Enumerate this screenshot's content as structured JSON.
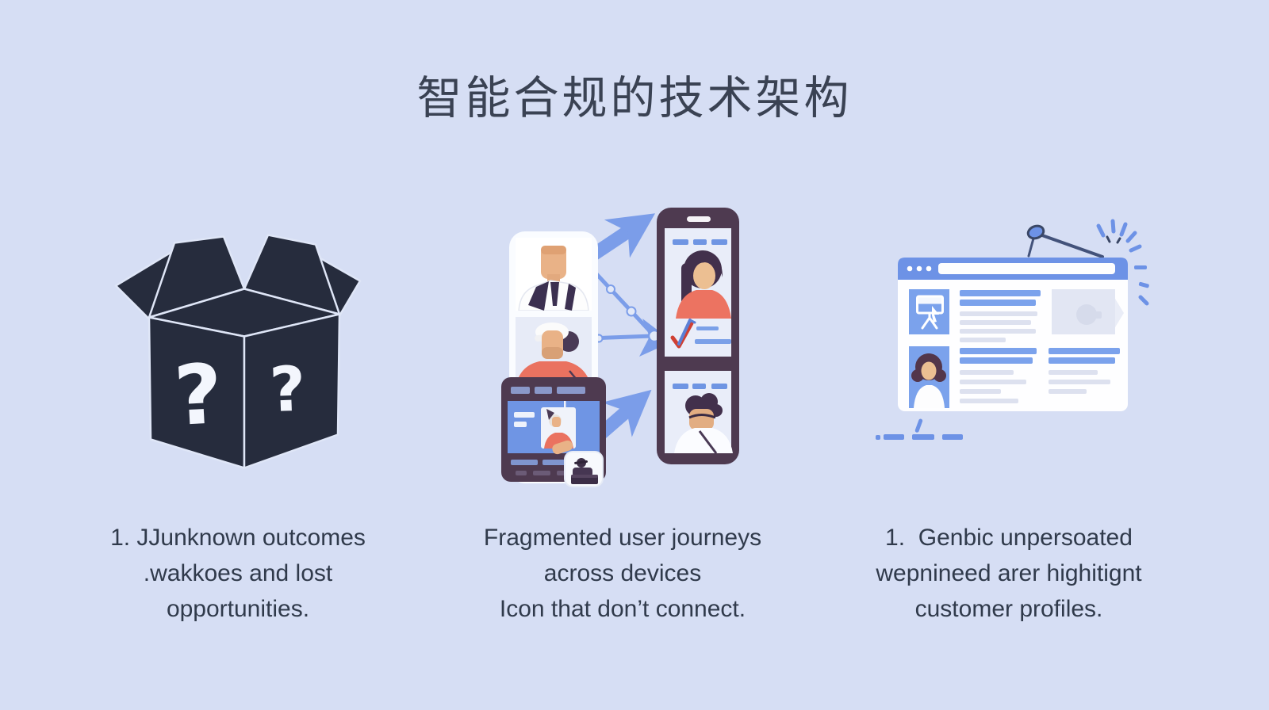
{
  "title": {
    "text": "智能合规的技术架构"
  },
  "sections": [
    {
      "id": "mystery-box",
      "illustration": "open-box-with-question-marks-icon",
      "caption_lines": [
        "1. JJunknown outcomes",
        ".wakkoes and lost",
        "opportunities."
      ]
    },
    {
      "id": "fragmented-journeys",
      "illustration": "phones-with-arrows-icon",
      "caption_lines": [
        "Fragmented user journeys",
        "across devices",
        "Icon that don’t connect."
      ]
    },
    {
      "id": "generic-profiles",
      "illustration": "browser-profile-cards-icon",
      "caption_lines": [
        "1.  Genbic unpersoated",
        "wepnineed arer highitignt",
        "customer profiles."
      ]
    }
  ],
  "colors": {
    "background": "#d6def4",
    "title_text": "#3a4253",
    "caption_text": "#303a4b",
    "box_navy": "#262c3d",
    "arrow_blue": "#7b9de9",
    "phone_purple": "#4e3a50",
    "shirt_salmon": "#ea7260",
    "skin_tan": "#e9b287",
    "hair_dark": "#42304c",
    "browser_blue": "#6d92e6",
    "tile_blue": "#7ba2ec",
    "line_gray": "#dde1ef",
    "screen_lavender": "#e9edf9",
    "white": "#fdfdfe"
  }
}
